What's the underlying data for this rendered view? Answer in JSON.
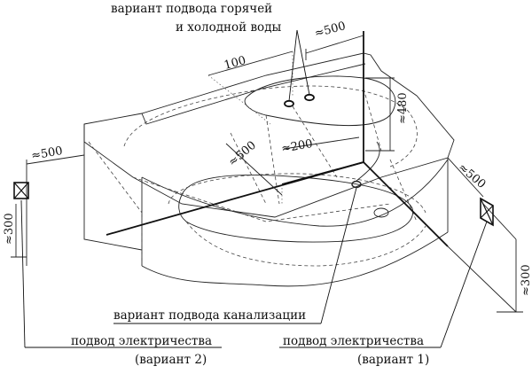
{
  "labels": {
    "hot_cold_line1": "вариант подвода горячей",
    "hot_cold_line2": "и холодной воды",
    "sewer": "вариант подвода канализации",
    "elec_left_line1": "подвод электричества",
    "elec_left_line2": "(вариант 2)",
    "elec_right_line1": "подвод электричества",
    "elec_right_line2": "(вариант 1)"
  },
  "dimensions": {
    "top_500": "≈500",
    "top_100": "100",
    "right_480": "≈480",
    "mid_200": "≈200",
    "mid_500": "≈500",
    "left_500": "≈500",
    "left_300": "≈300",
    "right_500": "≈500",
    "right_300": "≈300"
  }
}
